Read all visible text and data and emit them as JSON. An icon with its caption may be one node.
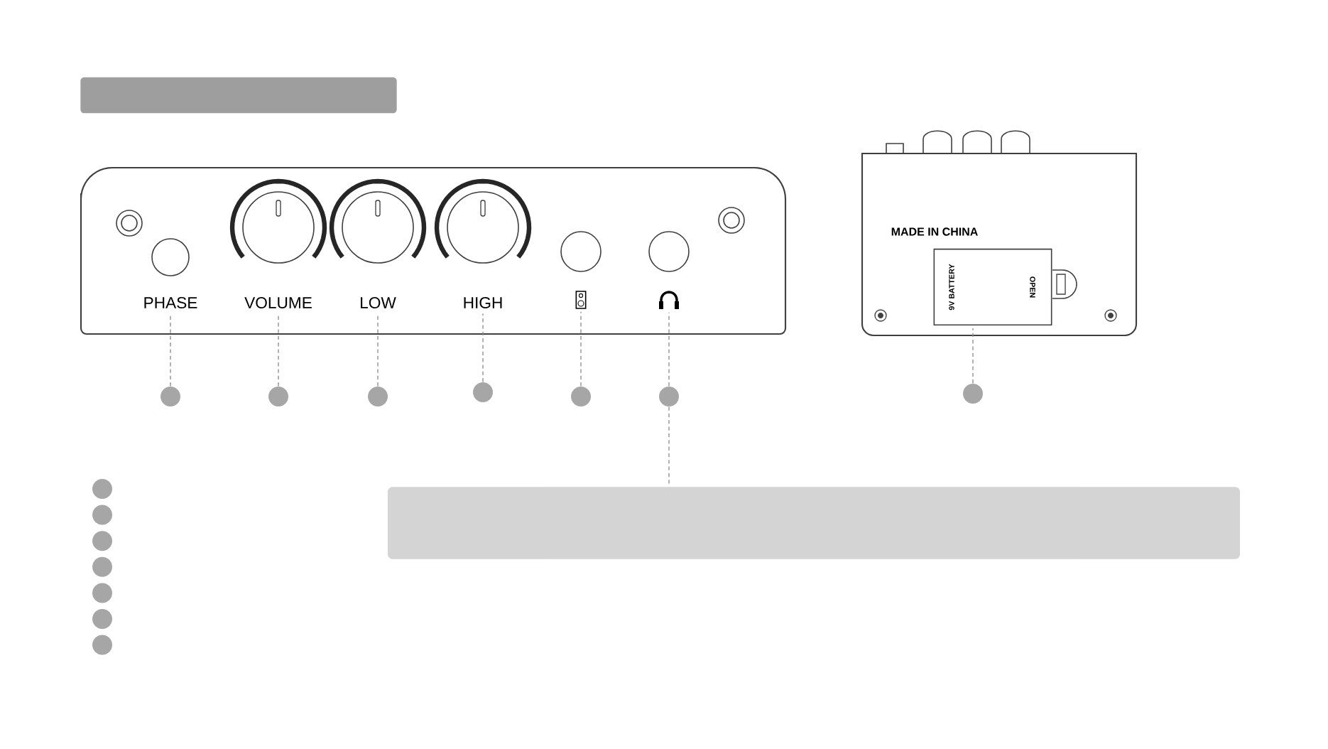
{
  "diagram": {
    "nodes": [
      {
        "text": [],
        "shape": "bar"
      },
      {
        "text": [
          "PHASE"
        ]
      },
      {
        "text": [
          "VOLUME"
        ]
      },
      {
        "text": [
          "LOW"
        ]
      },
      {
        "text": [
          "HIGH"
        ]
      },
      {
        "text": [],
        "shape": "speaker"
      },
      {
        "text": [],
        "shape": "headphones"
      },
      {
        "text": [
          "9V BATTERY",
          "OPEN"
        ]
      },
      {
        "text": [],
        "shape": "circle"
      },
      {
        "text": [],
        "shape": "circle"
      },
      {
        "text": [],
        "shape": "circle"
      },
      {
        "text": [],
        "shape": "circle"
      },
      {
        "text": [],
        "shape": "circle"
      },
      {
        "text": [],
        "shape": "circle"
      },
      {
        "text": [],
        "shape": "circle"
      },
      {
        "text": [],
        "shape": "box"
      },
      {
        "text": [],
        "shape": "circle"
      },
      {
        "text": [],
        "shape": "circle"
      },
      {
        "text": [],
        "shape": "circle"
      },
      {
        "text": [],
        "shape": "circle"
      },
      {
        "text": [],
        "shape": "circle"
      },
      {
        "text": [],
        "shape": "circle"
      },
      {
        "text": [],
        "shape": "circle"
      }
    ],
    "edges": [
      {
        "from": 8,
        "to": 1,
        "arrow": "none",
        "style": "dashed"
      },
      {
        "from": 9,
        "to": 2,
        "arrow": "none",
        "style": "dashed"
      },
      {
        "from": 10,
        "to": 3,
        "arrow": "none",
        "style": "dashed"
      },
      {
        "from": 11,
        "to": 4,
        "arrow": "none",
        "style": "dashed"
      },
      {
        "from": 12,
        "to": 5,
        "arrow": "none",
        "style": "dashed"
      },
      {
        "from": 13,
        "to": 6,
        "arrow": "none",
        "style": "dashed"
      },
      {
        "from": 14,
        "to": 7,
        "arrow": "none",
        "style": "dashed"
      },
      {
        "from": 13,
        "to": 15,
        "arrow": "none",
        "style": "dashed"
      }
    ],
    "labels": [
      "MADE IN CHINA"
    ]
  }
}
